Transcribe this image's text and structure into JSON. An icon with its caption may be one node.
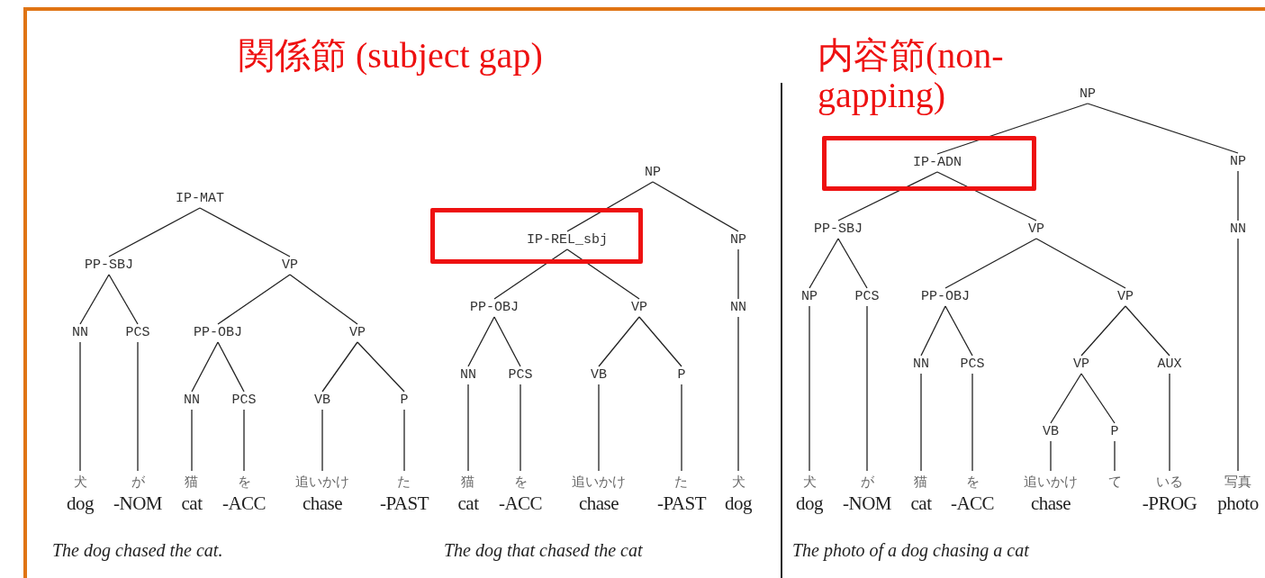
{
  "diagram": {
    "nodes": [
      {
        "text": [
          "IP-MAT"
        ]
      },
      {
        "text": [
          "PP-SBJ"
        ]
      },
      {
        "text": [
          "VP"
        ]
      },
      {
        "text": [
          "NN"
        ]
      },
      {
        "text": [
          "PCS"
        ]
      },
      {
        "text": [
          "PP-OBJ"
        ]
      },
      {
        "text": [
          "VP"
        ]
      },
      {
        "text": [
          "NN"
        ]
      },
      {
        "text": [
          "PCS"
        ]
      },
      {
        "text": [
          "VB"
        ]
      },
      {
        "text": [
          "P"
        ]
      },
      {
        "text": [
          "犬",
          "dog"
        ]
      },
      {
        "text": [
          "が",
          "-NOM"
        ]
      },
      {
        "text": [
          "猫",
          "cat"
        ]
      },
      {
        "text": [
          "を",
          "-ACC"
        ]
      },
      {
        "text": [
          "追いかけ",
          "chase"
        ]
      },
      {
        "text": [
          "た",
          "-PAST"
        ]
      },
      {
        "text": [
          "NP"
        ]
      },
      {
        "text": [],
        "shape": "box"
      },
      {
        "text": [
          "IP-REL_sbj"
        ],
        "in": 18
      },
      {
        "text": [
          "NP"
        ]
      },
      {
        "text": [
          "PP-OBJ"
        ]
      },
      {
        "text": [
          "VP"
        ]
      },
      {
        "text": [
          "NN"
        ]
      },
      {
        "text": [
          "PCS"
        ]
      },
      {
        "text": [
          "VB"
        ]
      },
      {
        "text": [
          "P"
        ]
      },
      {
        "text": [
          "NN"
        ]
      },
      {
        "text": [
          "猫",
          "cat"
        ]
      },
      {
        "text": [
          "を",
          "-ACC"
        ]
      },
      {
        "text": [
          "追いかけ",
          "chase"
        ]
      },
      {
        "text": [
          "た",
          "-PAST"
        ]
      },
      {
        "text": [
          "犬",
          "dog"
        ]
      },
      {
        "text": [
          "NP"
        ]
      },
      {
        "text": [],
        "shape": "box"
      },
      {
        "text": [
          "IP-ADN"
        ],
        "in": 34
      },
      {
        "text": [
          "NP"
        ]
      },
      {
        "text": [
          "PP-SBJ"
        ]
      },
      {
        "text": [
          "VP"
        ]
      },
      {
        "text": [
          "NP"
        ]
      },
      {
        "text": [
          "PCS"
        ]
      },
      {
        "text": [
          "PP-OBJ"
        ]
      },
      {
        "text": [
          "VP"
        ]
      },
      {
        "text": [
          "NN"
        ]
      },
      {
        "text": [
          "PCS"
        ]
      },
      {
        "text": [
          "VP"
        ]
      },
      {
        "text": [
          "AUX"
        ]
      },
      {
        "text": [
          "VB"
        ]
      },
      {
        "text": [
          "P"
        ]
      },
      {
        "text": [
          "NN"
        ]
      },
      {
        "text": [
          "犬",
          "dog"
        ]
      },
      {
        "text": [
          "が",
          "-NOM"
        ]
      },
      {
        "text": [
          "猫",
          "cat"
        ]
      },
      {
        "text": [
          "を",
          "-ACC"
        ]
      },
      {
        "text": [
          "追いかけ",
          "chase"
        ]
      },
      {
        "text": [
          "て"
        ]
      },
      {
        "text": [
          "いる",
          "-PROG"
        ]
      },
      {
        "text": [
          "写真",
          "photo"
        ]
      }
    ],
    "edges": [
      {
        "from": 0,
        "to": 1,
        "arrow": "none"
      },
      {
        "from": 0,
        "to": 2,
        "arrow": "none"
      },
      {
        "from": 1,
        "to": 3,
        "arrow": "none"
      },
      {
        "from": 1,
        "to": 4,
        "arrow": "none"
      },
      {
        "from": 2,
        "to": 5,
        "arrow": "none"
      },
      {
        "from": 2,
        "to": 6,
        "arrow": "none"
      },
      {
        "from": 5,
        "to": 7,
        "arrow": "none"
      },
      {
        "from": 5,
        "to": 8,
        "arrow": "none"
      },
      {
        "from": 6,
        "to": 9,
        "arrow": "none"
      },
      {
        "from": 6,
        "to": 10,
        "arrow": "none"
      },
      {
        "from": 3,
        "to": 11,
        "arrow": "none"
      },
      {
        "from": 4,
        "to": 12,
        "arrow": "none"
      },
      {
        "from": 7,
        "to": 13,
        "arrow": "none"
      },
      {
        "from": 8,
        "to": 14,
        "arrow": "none"
      },
      {
        "from": 9,
        "to": 15,
        "arrow": "none"
      },
      {
        "from": 10,
        "to": 16,
        "arrow": "none"
      },
      {
        "from": 17,
        "to": 19,
        "arrow": "none"
      },
      {
        "from": 17,
        "to": 20,
        "arrow": "none"
      },
      {
        "from": 19,
        "to": 21,
        "arrow": "none"
      },
      {
        "from": 19,
        "to": 22,
        "arrow": "none"
      },
      {
        "from": 21,
        "to": 23,
        "arrow": "none"
      },
      {
        "from": 21,
        "to": 24,
        "arrow": "none"
      },
      {
        "from": 22,
        "to": 25,
        "arrow": "none"
      },
      {
        "from": 22,
        "to": 26,
        "arrow": "none"
      },
      {
        "from": 20,
        "to": 27,
        "arrow": "none"
      },
      {
        "from": 23,
        "to": 28,
        "arrow": "none"
      },
      {
        "from": 24,
        "to": 29,
        "arrow": "none"
      },
      {
        "from": 25,
        "to": 30,
        "arrow": "none"
      },
      {
        "from": 26,
        "to": 31,
        "arrow": "none"
      },
      {
        "from": 27,
        "to": 32,
        "arrow": "none"
      },
      {
        "from": 33,
        "to": 35,
        "arrow": "none"
      },
      {
        "from": 33,
        "to": 36,
        "arrow": "none"
      },
      {
        "from": 35,
        "to": 37,
        "arrow": "none"
      },
      {
        "from": 35,
        "to": 38,
        "arrow": "none"
      },
      {
        "from": 37,
        "to": 39,
        "arrow": "none"
      },
      {
        "from": 37,
        "to": 40,
        "arrow": "none"
      },
      {
        "from": 38,
        "to": 41,
        "arrow": "none"
      },
      {
        "from": 38,
        "to": 42,
        "arrow": "none"
      },
      {
        "from": 41,
        "to": 43,
        "arrow": "none"
      },
      {
        "from": 41,
        "to": 44,
        "arrow": "none"
      },
      {
        "from": 42,
        "to": 45,
        "arrow": "none"
      },
      {
        "from": 42,
        "to": 46,
        "arrow": "none"
      },
      {
        "from": 45,
        "to": 47,
        "arrow": "none"
      },
      {
        "from": 45,
        "to": 48,
        "arrow": "none"
      },
      {
        "from": 36,
        "to": 49,
        "arrow": "none"
      },
      {
        "from": 39,
        "to": 50,
        "arrow": "none"
      },
      {
        "from": 40,
        "to": 51,
        "arrow": "none"
      },
      {
        "from": 43,
        "to": 52,
        "arrow": "none"
      },
      {
        "from": 44,
        "to": 53,
        "arrow": "none"
      },
      {
        "from": 47,
        "to": 54,
        "arrow": "none"
      },
      {
        "from": 48,
        "to": 55,
        "arrow": "none"
      },
      {
        "from": 46,
        "to": 56,
        "arrow": "none"
      },
      {
        "from": 49,
        "to": 57,
        "arrow": "none"
      }
    ],
    "labels": [
      "関係節 (subject gap)",
      "内容節(non-gapping)",
      "The dog chased the cat.",
      "The dog that chased the cat",
      "The photo of a dog chasing a cat"
    ]
  }
}
